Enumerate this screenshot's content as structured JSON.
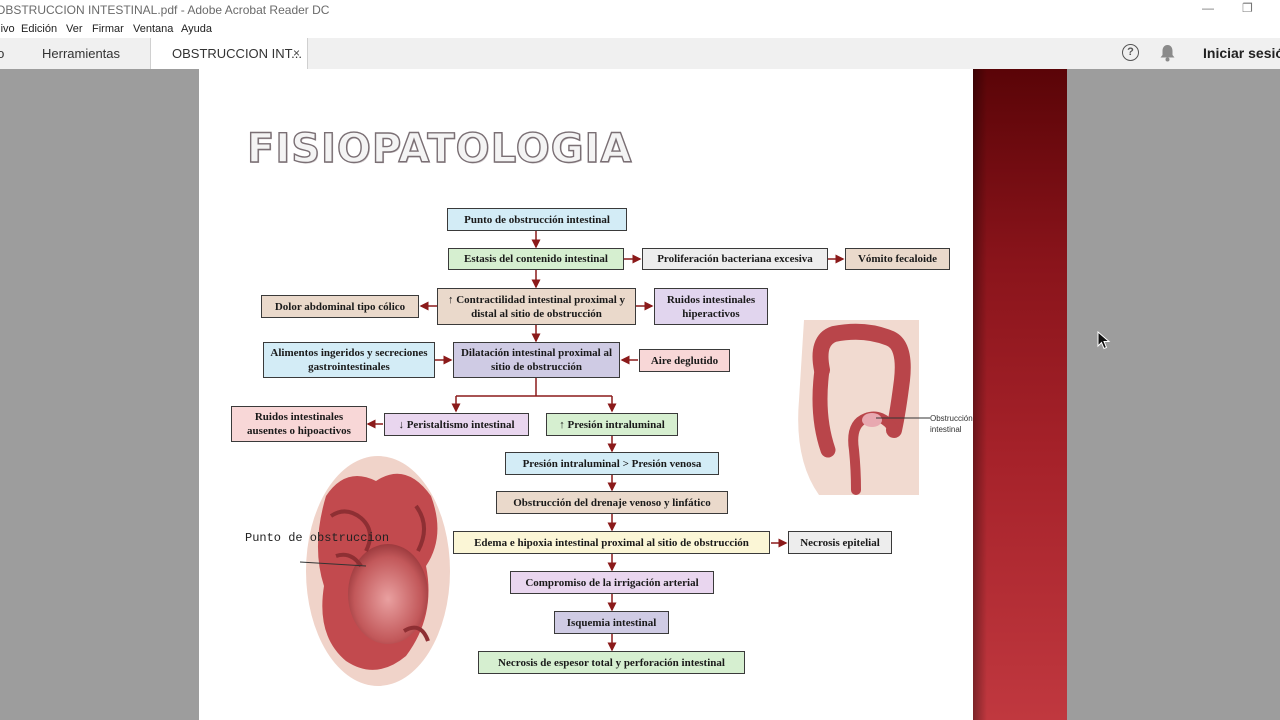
{
  "window": {
    "title": "OBSTRUCCION INTESTINAL.pdf - Adobe Acrobat Reader DC"
  },
  "menu": {
    "items": [
      "Archivo",
      "Edición",
      "Ver",
      "Firmar",
      "Ventana",
      "Ayuda"
    ]
  },
  "tabs": {
    "inicio": "Inicio",
    "herramientas": "Herramientas",
    "document": "OBSTRUCCION INT...",
    "close": "×"
  },
  "toolbar": {
    "signin": "Iniciar sesión"
  },
  "slide": {
    "title": "FISIOPATOLOGIA",
    "boxes": {
      "b1": "Punto de obstrucción intestinal",
      "b2": "Estasis del contenido intestinal",
      "b3": "Proliferación bacteriana excesiva",
      "b4": "Vómito fecaloide",
      "b5": "↑ Contractilidad intestinal proximal y distal al sitio de obstrucción",
      "b6": "Dolor abdominal tipo cólico",
      "b7": "Ruidos intestinales hiperactivos",
      "b8": "Dilatación intestinal proximal al sitio de obstrucción",
      "b9": "Alimentos ingeridos y secreciones gastrointestinales",
      "b10": "Aire deglutido",
      "b11": "↓ Peristaltismo intestinal",
      "b12": "↑ Presión intraluminal",
      "b13": "Ruidos intestinales ausentes o hipoactivos",
      "b14": "Presión intraluminal > Presión venosa",
      "b15": "Obstrucción del drenaje venoso y linfático",
      "b16": "Edema e hipoxia intestinal proximal al sitio de obstrucción",
      "b17": "Necrosis epitelial",
      "b18": "Compromiso de la irrigación arterial",
      "b19": "Isquemia intestinal",
      "b20": "Necrosis de espesor total y perforación intestinal"
    },
    "labels": {
      "punto": "Punto de obstruccion",
      "obstruccion": "Obstrucción intestinal"
    }
  },
  "colors": {
    "accent_band": "#a6222a",
    "page_bg": "#ffffff",
    "viewer_bg": "#9d9d9d"
  }
}
